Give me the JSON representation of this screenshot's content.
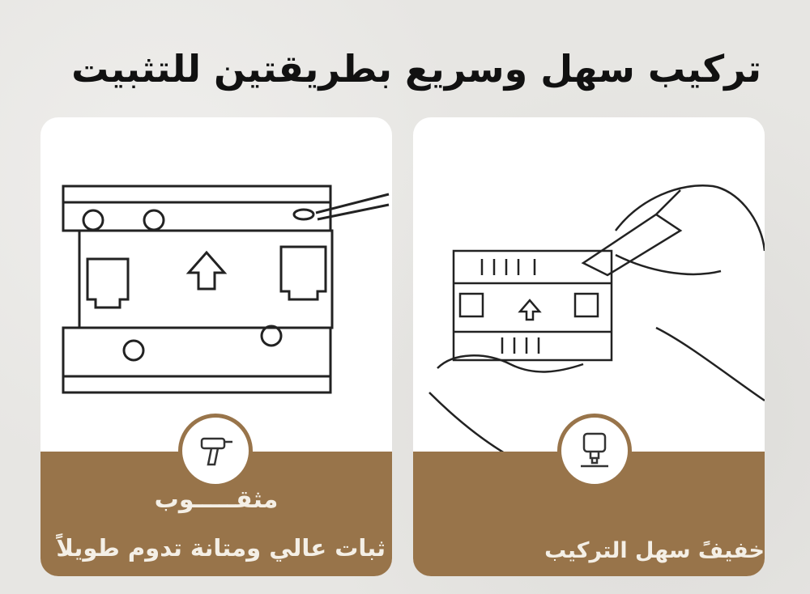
{
  "title": "تركيب سهل وسريع بطريقتين للتثبيت",
  "accent_color": "#98744a",
  "left_card": {
    "icon": "drill-icon",
    "heading": "مثقـــــوب",
    "subtitle": "ثبات عالي ومتانة تدوم طويلاً"
  },
  "right_card": {
    "icon": "glue-icon",
    "subtitle": "خفيفً سهل التركيب"
  }
}
